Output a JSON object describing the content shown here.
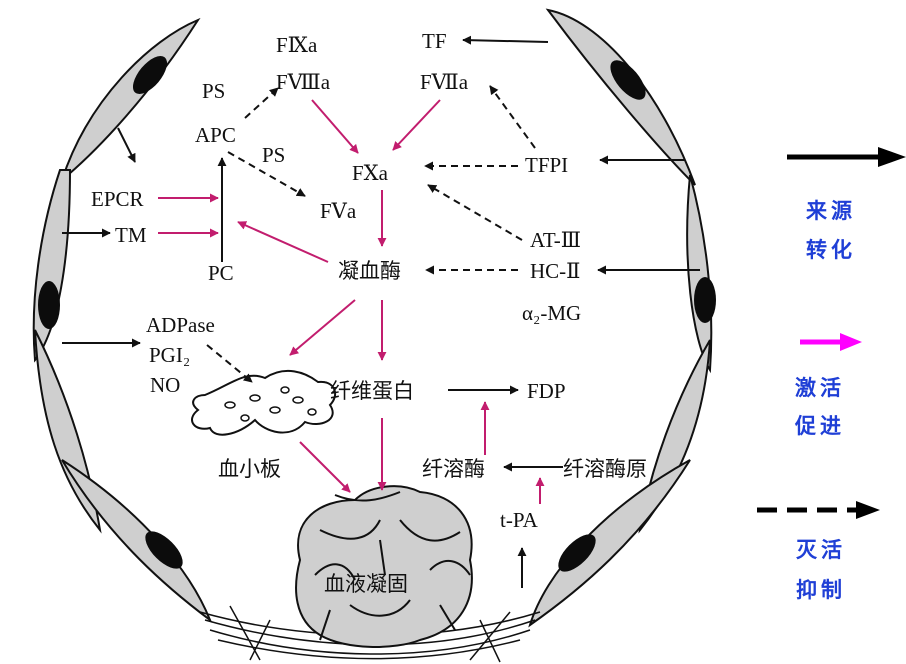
{
  "labels": {
    "fixa": "FⅨa",
    "fviiia": "FⅧa",
    "ps_top": "PS",
    "apc": "APC",
    "ps_mid": "PS",
    "fxa": "FⅩa",
    "fva": "FⅤa",
    "tf": "TF",
    "fviia": "FⅦa",
    "tfpi": "TFPI",
    "epcr": "EPCR",
    "tm": "TM",
    "pc": "PC",
    "thrombin": "凝血酶",
    "at3": "AT-Ⅲ",
    "hc2": "HC-Ⅱ",
    "a2mg": "α₂-MG",
    "adpase": "ADPase",
    "pgi2": "PGI₂",
    "no": "NO",
    "fibrin": "纤维蛋白",
    "fdp": "FDP",
    "platelet": "血小板",
    "plasmin": "纤溶酶",
    "plasminogen": "纤溶酶原",
    "tpa": "t-PA",
    "clot": "血液凝固"
  },
  "legend": {
    "origin_line1": "来源",
    "origin_line2": "转化",
    "activate_line1": "激活",
    "activate_line2": "促进",
    "inhibit_line1": "灭活",
    "inhibit_line2": "抑制"
  },
  "colors": {
    "activation_arrow": "#c21d6e",
    "legend_text": "#1f3fd6",
    "legend_pink": "#ff00ff",
    "cell_fill": "#cfcfcf"
  }
}
